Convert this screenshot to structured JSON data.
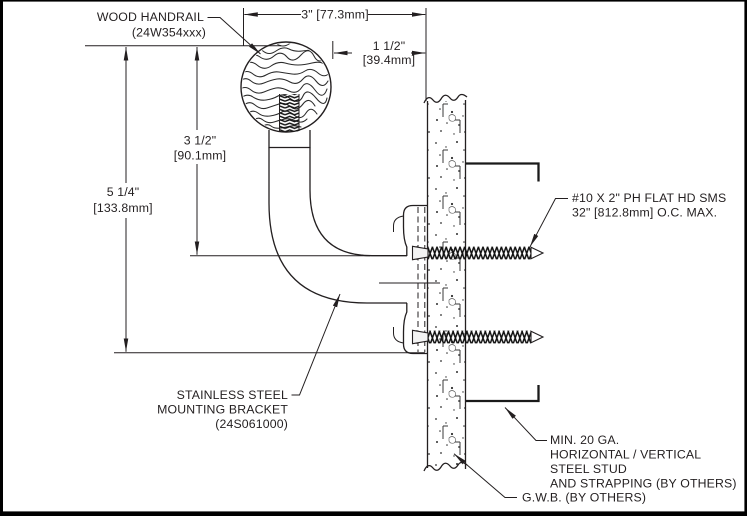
{
  "labels": {
    "wood_handrail": {
      "line1": "WOOD HANDRAIL",
      "line2": "(24W354xxx)"
    },
    "fastener": {
      "line1": "#10 X 2\" PH FLAT HD SMS",
      "line2": "32\" [812.8mm] O.C. MAX."
    },
    "bracket": {
      "line1": "STAINLESS STEEL",
      "line2": "MOUNTING BRACKET",
      "line3": "(24S061000)"
    },
    "stud": {
      "line1": "MIN. 20 GA.",
      "line2": "HORIZONTAL / VERTICAL",
      "line3": "STEEL STUD",
      "line4": "AND STRAPPING (BY OTHERS)"
    },
    "gwb": {
      "line1": "G.W.B. (BY OTHERS)"
    }
  },
  "dimensions": {
    "width": "3\" [77.3mm]",
    "projection_line1": "1 1/2\"",
    "projection_line2": "[39.4mm]",
    "upper_height_line1": "3 1/2\"",
    "upper_height_line2": "[90.1mm]",
    "total_height_line1": "5 1/4\"",
    "total_height_line2": "[133.8mm]"
  },
  "colors": {
    "ink": "#231f20",
    "paper": "#ffffff"
  }
}
